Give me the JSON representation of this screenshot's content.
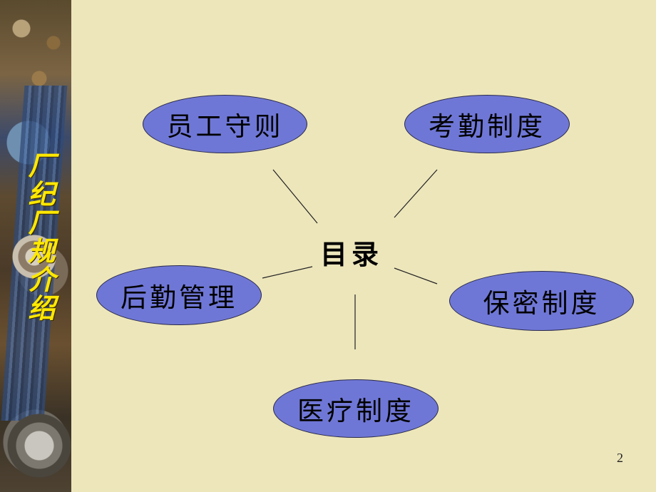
{
  "sidebar": {
    "title": "厂纪厂规介绍"
  },
  "center": {
    "label": "目录"
  },
  "nodes": {
    "top_left": "员工守则",
    "top_right": "考勤制度",
    "mid_left": "后勤管理",
    "mid_right": "保密制度",
    "bottom": "医疗制度"
  },
  "colors": {
    "background": "#EDE6BB",
    "node_fill": "#6F77D6",
    "sidebar_title": "#FFE800"
  },
  "page_number": "2"
}
